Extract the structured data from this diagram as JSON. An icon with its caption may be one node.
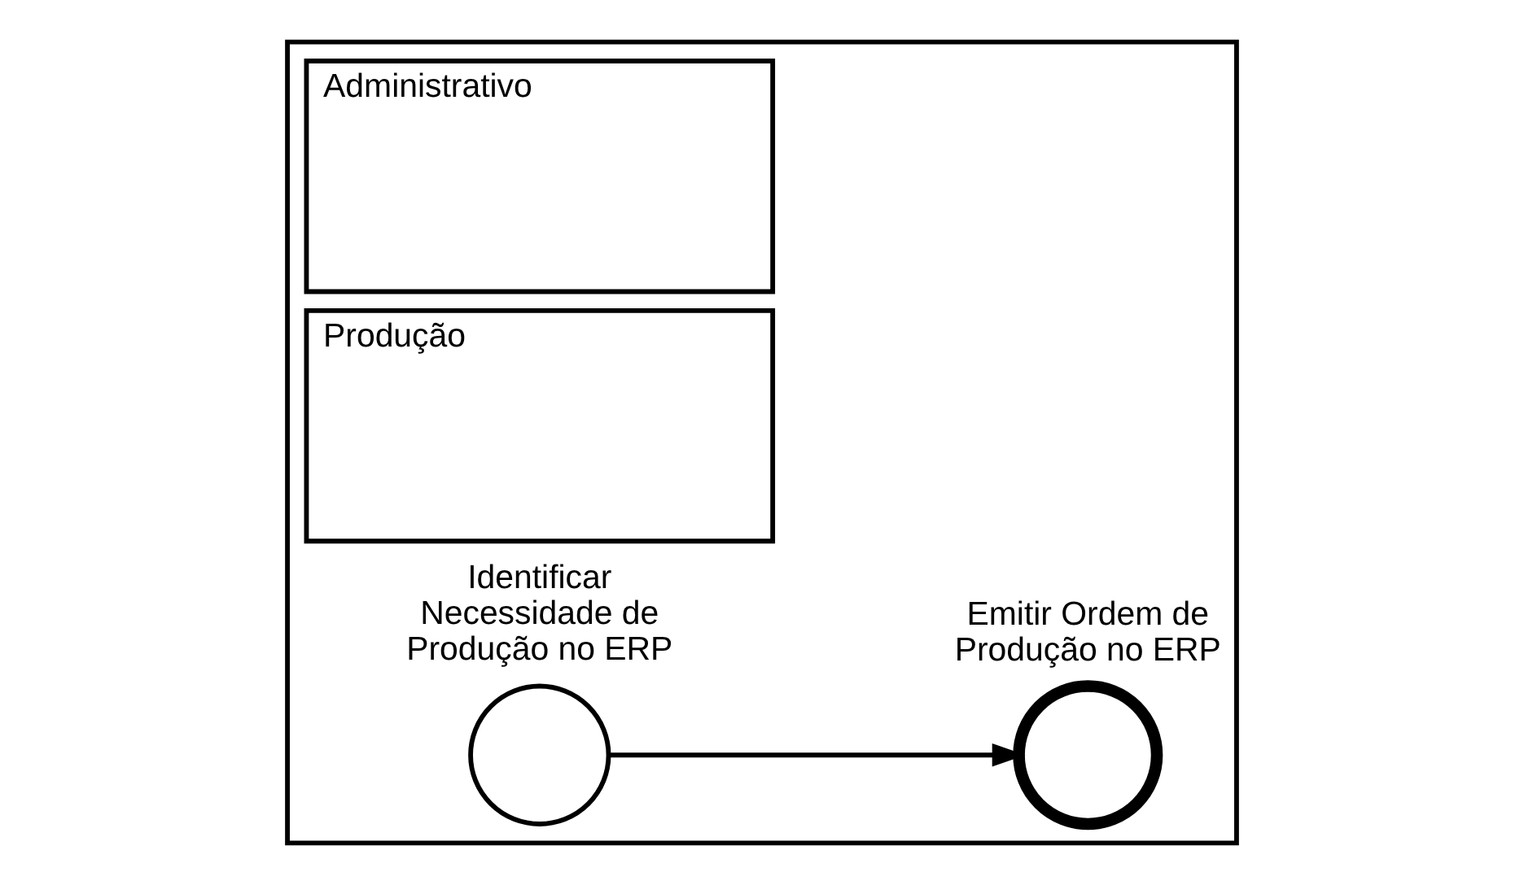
{
  "diagram": {
    "nodes": [
      {
        "text": [],
        "shape": "box"
      },
      {
        "text": [
          "Administrativo"
        ],
        "in": 0
      },
      {
        "text": [
          "Produção"
        ],
        "in": 0
      },
      {
        "text": [],
        "shape": "circle",
        "in": 0,
        "beside": [
          "Identificar Necessidade de Produção no ERP"
        ]
      },
      {
        "text": [],
        "shape": "circle",
        "in": 0,
        "beside": [
          "Emitir Ordem de Produção no ERP"
        ]
      }
    ],
    "edges": [
      {
        "from": 3,
        "to": 4,
        "arrow": "to"
      }
    ]
  }
}
